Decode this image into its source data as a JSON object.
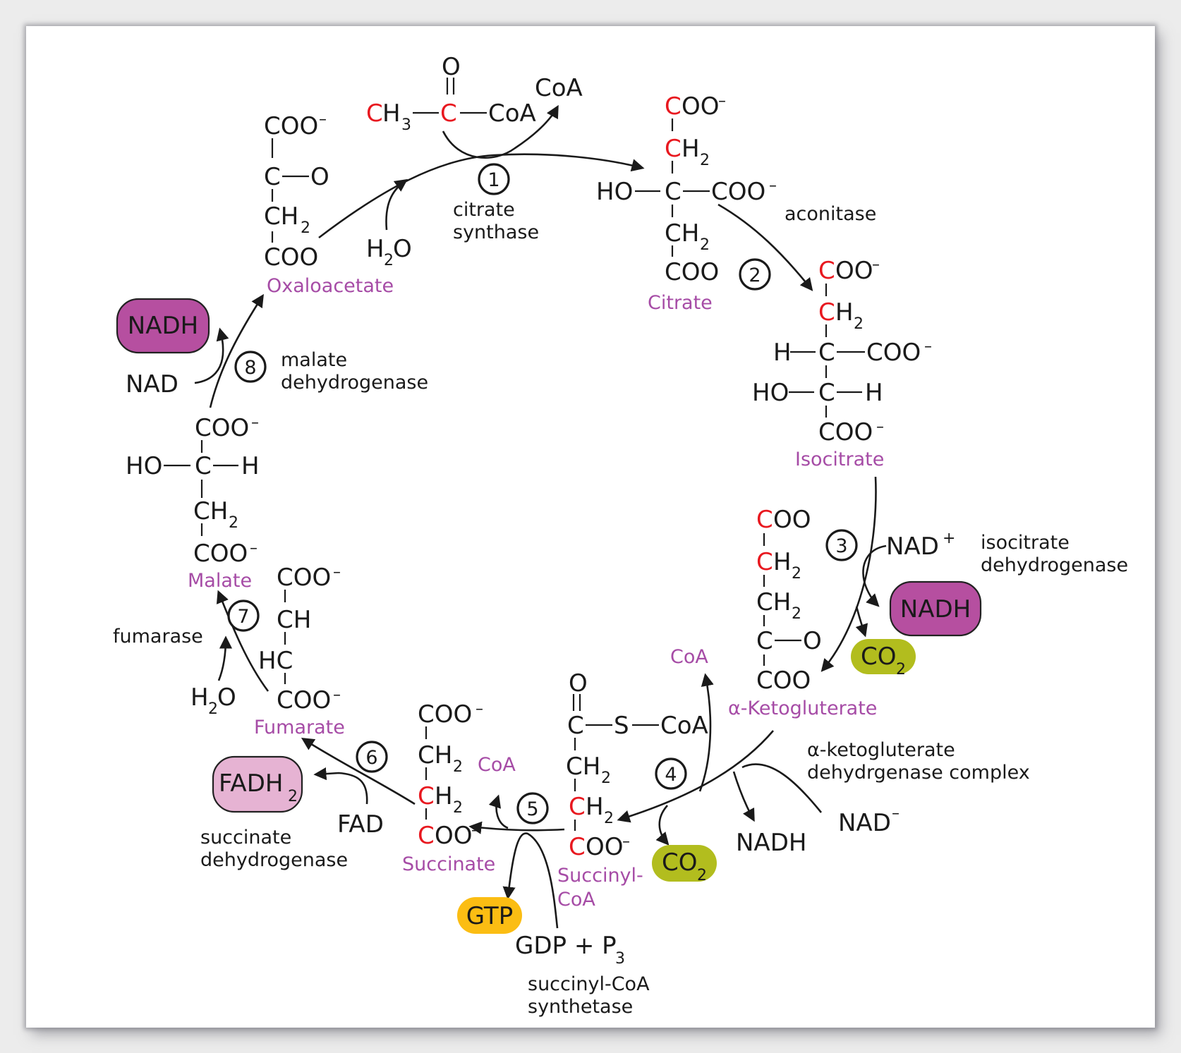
{
  "diagram": {
    "title": "Citric acid cycle",
    "colors": {
      "molecule_name": "#a64ca6",
      "tracked_carbon": "#e8181f",
      "nadh": "#b64fa0",
      "co2": "#b2bd1e",
      "gtp": "#fbbd13",
      "fadh2": "#e6b3d3"
    },
    "acetyl_coa": {
      "o": "O",
      "ch": "C",
      "h3": "H",
      "h3_sub": "3",
      "c": "C",
      "coa": "CoA",
      "coa_released": "CoA"
    },
    "molecules": {
      "oxaloacetate": {
        "name": "Oxaloacetate",
        "rows": [
          "COO",
          "C",
          "O",
          "CH",
          "2",
          "COO"
        ],
        "charge": "–"
      },
      "citrate": {
        "name": "Citrate",
        "ho": "HO",
        "coo": "COO",
        "c": "C",
        "h": "H",
        "sub2": "2",
        "charge": "–"
      },
      "isocitrate": {
        "name": "Isocitrate",
        "h": "H",
        "ho": "HO",
        "coo": "COO",
        "c": "C",
        "sub2": "2",
        "charge": "–"
      },
      "alpha_ketoglutarate": {
        "name": "α-Ketogluterate",
        "coo": "COO",
        "c": "C",
        "h": "H",
        "o": "O",
        "sub2": "2"
      },
      "succinyl_coa": {
        "name_line1": "Succinyl-",
        "name_line2": "CoA",
        "o": "O",
        "c": "C",
        "s": "S",
        "coa": "CoA",
        "h": "H",
        "sub2": "2",
        "coo": "COO",
        "charge": "–"
      },
      "succinate": {
        "name": "Succinate",
        "coo": "COO",
        "c": "C",
        "h": "H",
        "sub2": "2",
        "charge": "–"
      },
      "fumarate": {
        "name": "Fumarate",
        "coo": "COO",
        "ch": "CH",
        "hc": "HC",
        "charge": "–"
      },
      "malate": {
        "name": "Malate",
        "coo": "COO",
        "ho": "HO",
        "c": "C",
        "h": "H",
        "sub2": "2",
        "charge": "–"
      }
    },
    "steps": [
      {
        "number": "1",
        "enzyme_line1": "citrate",
        "enzyme_line2": "synthase"
      },
      {
        "number": "2",
        "enzyme_line1": "aconitase",
        "enzyme_line2": ""
      },
      {
        "number": "3",
        "enzyme_line1": "isocitrate",
        "enzyme_line2": "dehydrogenase"
      },
      {
        "number": "4",
        "enzyme_line1": "α-ketogluterate",
        "enzyme_line2": "dehydrgenase complex"
      },
      {
        "number": "5",
        "enzyme_line1": "succinyl-CoA",
        "enzyme_line2": "synthetase"
      },
      {
        "number": "6",
        "enzyme_line1": "succinate",
        "enzyme_line2": "dehydrogenase"
      },
      {
        "number": "7",
        "enzyme_line1": "fumarase",
        "enzyme_line2": ""
      },
      {
        "number": "8",
        "enzyme_line1": "malate",
        "enzyme_line2": "dehydrogenase"
      }
    ],
    "cofactors": {
      "h2o_step1": {
        "h": "H",
        "sub": "2",
        "o": "O"
      },
      "nad_plus_step3": {
        "text": "NAD",
        "sup": "+"
      },
      "nadh_step3": "NADH",
      "co2_step3": {
        "text": "CO",
        "sub": "2"
      },
      "coa_step4": "CoA",
      "nad_step4": {
        "text": "NAD",
        "sup": "–"
      },
      "nadh_step4": "NADH",
      "co2_step4": {
        "text": "CO",
        "sub": "2"
      },
      "coa_step5": "CoA",
      "gtp_step5": "GTP",
      "gdp_step5": {
        "text": "GDP + P",
        "sub": "3"
      },
      "fad_step6": "FAD",
      "fadh2_step6": {
        "text": "FADH",
        "sub": "2"
      },
      "h2o_step7": {
        "h": "H",
        "sub": "2",
        "o": "O"
      },
      "nad_step8": "NAD",
      "nadh_step8": "NADH"
    }
  }
}
